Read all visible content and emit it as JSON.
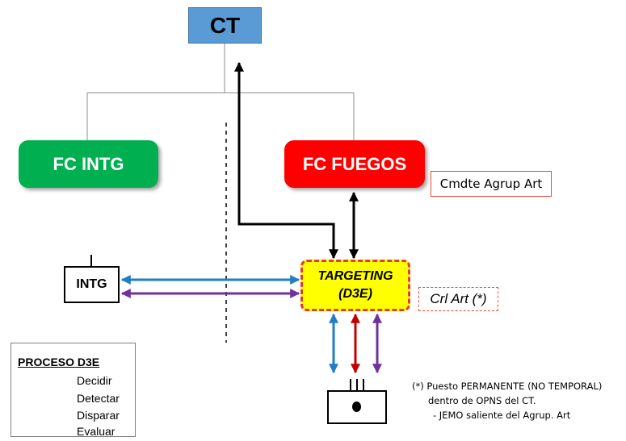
{
  "ct": {
    "label": "CT"
  },
  "fc_intg": {
    "label": "FC INTG"
  },
  "fc_fuegos": {
    "label": "FC FUEGOS"
  },
  "cmdte": {
    "label": "Cmdte Agrup Art"
  },
  "intg": {
    "label": "INTG"
  },
  "targeting": {
    "line1": "TARGETING",
    "line2": "(D3E)"
  },
  "crl_art": {
    "label": "Crl Art (*)"
  },
  "legend": {
    "title": "PROCESO D3E",
    "items": [
      {
        "label": "Decidir",
        "color": "#000000"
      },
      {
        "label": "Detectar",
        "color": "#1f7ec4"
      },
      {
        "label": "Disparar",
        "color": "#c00000"
      },
      {
        "label": "Evaluar",
        "color": "#7030a0"
      }
    ]
  },
  "note": {
    "line1": "(*) Puesto PERMANENTE (NO TEMPORAL)",
    "line2": "dentro de OPNS del CT.",
    "line3": "- JEMO saliente del Agrup. Art"
  },
  "colors": {
    "ct": "#5b9bd5",
    "fc_intg": "#00b050",
    "fc_fuegos": "#ff0000",
    "targeting": "#ffff00",
    "decidir": "#000000",
    "detectar": "#1f7ec4",
    "disparar": "#c00000",
    "evaluar": "#7030a0"
  }
}
